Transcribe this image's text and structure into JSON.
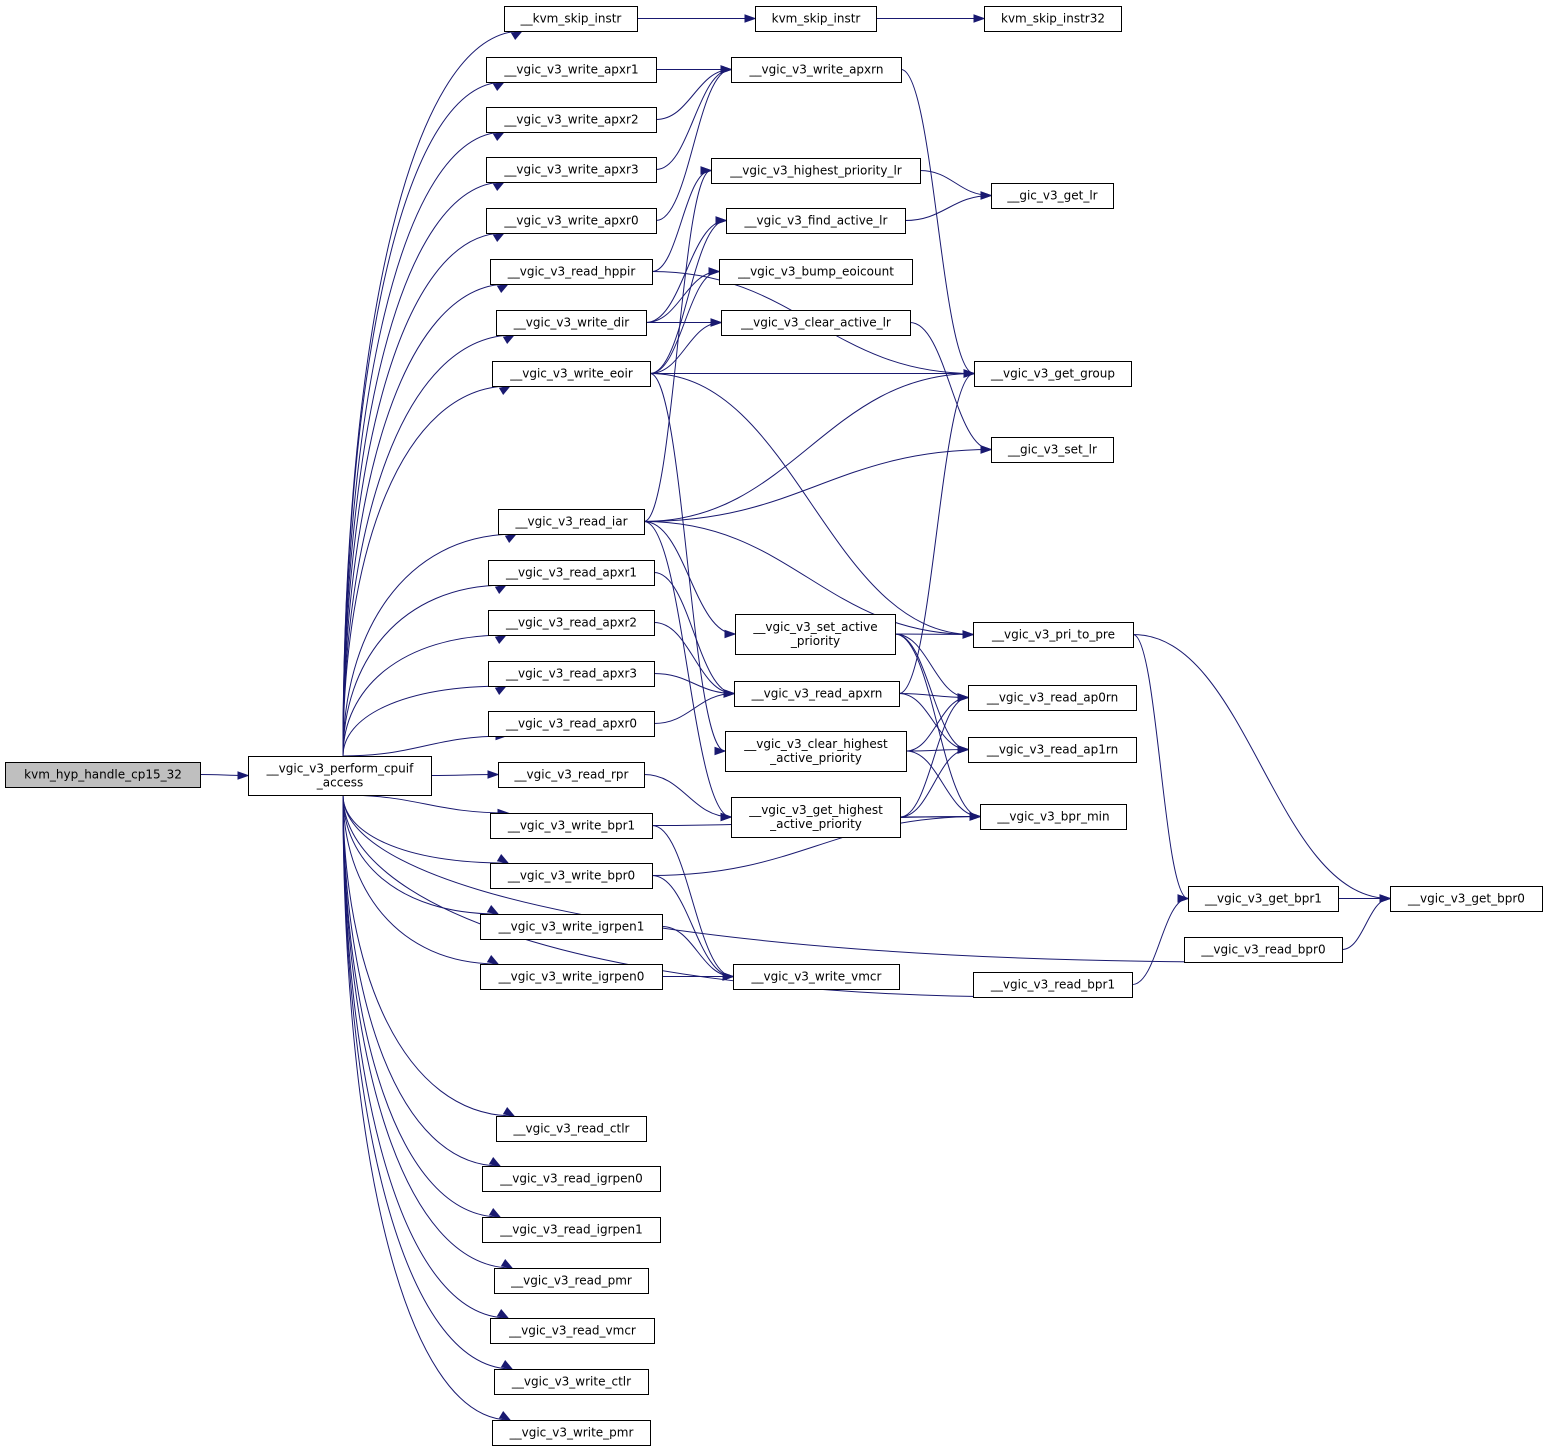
{
  "diagram": {
    "kind": "call-graph",
    "colors": {
      "edge": "#191970",
      "root_fill": "#bfbfbf",
      "truncated_border": "#ff0000",
      "node_border": "#000000"
    },
    "nodes": {
      "kvm_hyp_handle_cp15_32": {
        "label": [
          "kvm_hyp_handle_cp15_32"
        ],
        "style": "root"
      },
      "perform_cpuif_access": {
        "label": [
          "__vgic_v3_perform_cpuif",
          "_access"
        ]
      },
      "__kvm_skip_instr": {
        "label": [
          "__kvm_skip_instr"
        ]
      },
      "kvm_skip_instr": {
        "label": [
          "kvm_skip_instr"
        ]
      },
      "kvm_skip_instr32": {
        "label": [
          "kvm_skip_instr32"
        ],
        "style": "truncated"
      },
      "write_apxr1": {
        "label": [
          "__vgic_v3_write_apxr1"
        ]
      },
      "write_apxrn": {
        "label": [
          "__vgic_v3_write_apxrn"
        ],
        "style": "truncated"
      },
      "write_apxr2": {
        "label": [
          "__vgic_v3_write_apxr2"
        ]
      },
      "write_apxr3": {
        "label": [
          "__vgic_v3_write_apxr3"
        ]
      },
      "write_apxr0": {
        "label": [
          "__vgic_v3_write_apxr0"
        ]
      },
      "highest_priority_lr": {
        "label": [
          "__vgic_v3_highest_priority_lr"
        ]
      },
      "gic_get_lr": {
        "label": [
          "__gic_v3_get_lr"
        ]
      },
      "find_active_lr": {
        "label": [
          "__vgic_v3_find_active_lr"
        ]
      },
      "read_hppir": {
        "label": [
          "__vgic_v3_read_hppir"
        ]
      },
      "bump_eoicount": {
        "label": [
          "__vgic_v3_bump_eoicount"
        ]
      },
      "write_dir": {
        "label": [
          "__vgic_v3_write_dir"
        ]
      },
      "clear_active_lr": {
        "label": [
          "__vgic_v3_clear_active_lr"
        ]
      },
      "write_eoir": {
        "label": [
          "__vgic_v3_write_eoir"
        ]
      },
      "get_group": {
        "label": [
          "__vgic_v3_get_group"
        ]
      },
      "gic_set_lr": {
        "label": [
          "__gic_v3_set_lr"
        ]
      },
      "read_iar": {
        "label": [
          "__vgic_v3_read_iar"
        ]
      },
      "read_apxr1": {
        "label": [
          "__vgic_v3_read_apxr1"
        ]
      },
      "set_active_priority": {
        "label": [
          "__vgic_v3_set_active",
          "_priority"
        ],
        "style": "truncated"
      },
      "pri_to_pre": {
        "label": [
          "__vgic_v3_pri_to_pre"
        ]
      },
      "read_apxr2": {
        "label": [
          "__vgic_v3_read_apxr2"
        ]
      },
      "read_apxr3": {
        "label": [
          "__vgic_v3_read_apxr3"
        ]
      },
      "read_apxrn": {
        "label": [
          "__vgic_v3_read_apxrn"
        ]
      },
      "read_ap0rn": {
        "label": [
          "__vgic_v3_read_ap0rn"
        ]
      },
      "read_apxr0": {
        "label": [
          "__vgic_v3_read_apxr0"
        ]
      },
      "clear_highest_active_priority": {
        "label": [
          "__vgic_v3_clear_highest",
          "_active_priority"
        ],
        "style": "truncated"
      },
      "read_ap1rn": {
        "label": [
          "__vgic_v3_read_ap1rn"
        ]
      },
      "read_rpr": {
        "label": [
          "__vgic_v3_read_rpr"
        ]
      },
      "get_highest_active_priority": {
        "label": [
          "__vgic_v3_get_highest",
          "_active_priority"
        ]
      },
      "bpr_min": {
        "label": [
          "__vgic_v3_bpr_min"
        ]
      },
      "write_bpr1": {
        "label": [
          "__vgic_v3_write_bpr1"
        ]
      },
      "write_bpr0": {
        "label": [
          "__vgic_v3_write_bpr0"
        ]
      },
      "get_bpr1": {
        "label": [
          "__vgic_v3_get_bpr1"
        ]
      },
      "get_bpr0": {
        "label": [
          "__vgic_v3_get_bpr0"
        ]
      },
      "read_bpr0": {
        "label": [
          "__vgic_v3_read_bpr0"
        ]
      },
      "write_igrpen1": {
        "label": [
          "__vgic_v3_write_igrpen1"
        ]
      },
      "write_igrpen0": {
        "label": [
          "__vgic_v3_write_igrpen0"
        ]
      },
      "write_vmcr": {
        "label": [
          "__vgic_v3_write_vmcr"
        ]
      },
      "read_bpr1": {
        "label": [
          "__vgic_v3_read_bpr1"
        ]
      },
      "read_ctlr": {
        "label": [
          "__vgic_v3_read_ctlr"
        ]
      },
      "read_igrpen0": {
        "label": [
          "__vgic_v3_read_igrpen0"
        ]
      },
      "read_igrpen1": {
        "label": [
          "__vgic_v3_read_igrpen1"
        ]
      },
      "read_pmr": {
        "label": [
          "__vgic_v3_read_pmr"
        ]
      },
      "read_vmcr": {
        "label": [
          "__vgic_v3_read_vmcr"
        ]
      },
      "write_ctlr": {
        "label": [
          "__vgic_v3_write_ctlr"
        ]
      },
      "write_pmr": {
        "label": [
          "__vgic_v3_write_pmr"
        ]
      }
    },
    "edges": [
      [
        "kvm_hyp_handle_cp15_32",
        "perform_cpuif_access"
      ],
      [
        "perform_cpuif_access",
        "__kvm_skip_instr"
      ],
      [
        "perform_cpuif_access",
        "write_apxr1"
      ],
      [
        "perform_cpuif_access",
        "write_apxr2"
      ],
      [
        "perform_cpuif_access",
        "write_apxr3"
      ],
      [
        "perform_cpuif_access",
        "write_apxr0"
      ],
      [
        "perform_cpuif_access",
        "read_hppir"
      ],
      [
        "perform_cpuif_access",
        "write_dir"
      ],
      [
        "perform_cpuif_access",
        "write_eoir"
      ],
      [
        "perform_cpuif_access",
        "read_iar"
      ],
      [
        "perform_cpuif_access",
        "read_apxr1"
      ],
      [
        "perform_cpuif_access",
        "read_apxr2"
      ],
      [
        "perform_cpuif_access",
        "read_apxr3"
      ],
      [
        "perform_cpuif_access",
        "read_apxr0"
      ],
      [
        "perform_cpuif_access",
        "read_rpr"
      ],
      [
        "perform_cpuif_access",
        "write_bpr1"
      ],
      [
        "perform_cpuif_access",
        "write_bpr0"
      ],
      [
        "perform_cpuif_access",
        "write_igrpen1"
      ],
      [
        "perform_cpuif_access",
        "write_igrpen0"
      ],
      [
        "perform_cpuif_access",
        "read_bpr1"
      ],
      [
        "perform_cpuif_access",
        "read_bpr0"
      ],
      [
        "perform_cpuif_access",
        "read_ctlr"
      ],
      [
        "perform_cpuif_access",
        "read_igrpen0"
      ],
      [
        "perform_cpuif_access",
        "read_igrpen1"
      ],
      [
        "perform_cpuif_access",
        "read_pmr"
      ],
      [
        "perform_cpuif_access",
        "read_vmcr"
      ],
      [
        "perform_cpuif_access",
        "write_ctlr"
      ],
      [
        "perform_cpuif_access",
        "write_pmr"
      ],
      [
        "__kvm_skip_instr",
        "kvm_skip_instr"
      ],
      [
        "kvm_skip_instr",
        "kvm_skip_instr32"
      ],
      [
        "write_apxr1",
        "write_apxrn"
      ],
      [
        "write_apxr2",
        "write_apxrn"
      ],
      [
        "write_apxr3",
        "write_apxrn"
      ],
      [
        "write_apxr0",
        "write_apxrn"
      ],
      [
        "write_apxrn",
        "get_group"
      ],
      [
        "read_hppir",
        "highest_priority_lr"
      ],
      [
        "read_hppir",
        "get_group"
      ],
      [
        "highest_priority_lr",
        "gic_get_lr"
      ],
      [
        "find_active_lr",
        "gic_get_lr"
      ],
      [
        "write_dir",
        "find_active_lr"
      ],
      [
        "write_dir",
        "bump_eoicount"
      ],
      [
        "write_dir",
        "clear_active_lr"
      ],
      [
        "write_eoir",
        "find_active_lr"
      ],
      [
        "write_eoir",
        "bump_eoicount"
      ],
      [
        "write_eoir",
        "clear_active_lr"
      ],
      [
        "write_eoir",
        "get_group"
      ],
      [
        "write_eoir",
        "pri_to_pre"
      ],
      [
        "write_eoir",
        "clear_highest_active_priority"
      ],
      [
        "clear_active_lr",
        "gic_set_lr"
      ],
      [
        "read_iar",
        "highest_priority_lr"
      ],
      [
        "read_iar",
        "get_group"
      ],
      [
        "read_iar",
        "gic_set_lr"
      ],
      [
        "read_iar",
        "pri_to_pre"
      ],
      [
        "read_iar",
        "set_active_priority"
      ],
      [
        "read_iar",
        "get_highest_active_priority"
      ],
      [
        "read_apxr1",
        "read_apxrn"
      ],
      [
        "read_apxr2",
        "read_apxrn"
      ],
      [
        "read_apxr3",
        "read_apxrn"
      ],
      [
        "read_apxr0",
        "read_apxrn"
      ],
      [
        "read_apxrn",
        "read_ap0rn"
      ],
      [
        "read_apxrn",
        "read_ap1rn"
      ],
      [
        "read_apxrn",
        "get_group"
      ],
      [
        "set_active_priority",
        "pri_to_pre"
      ],
      [
        "set_active_priority",
        "read_ap0rn"
      ],
      [
        "set_active_priority",
        "read_ap1rn"
      ],
      [
        "set_active_priority",
        "bpr_min"
      ],
      [
        "clear_highest_active_priority",
        "read_ap0rn"
      ],
      [
        "clear_highest_active_priority",
        "read_ap1rn"
      ],
      [
        "clear_highest_active_priority",
        "bpr_min"
      ],
      [
        "read_rpr",
        "get_highest_active_priority"
      ],
      [
        "get_highest_active_priority",
        "read_ap0rn"
      ],
      [
        "get_highest_active_priority",
        "read_ap1rn"
      ],
      [
        "get_highest_active_priority",
        "bpr_min"
      ],
      [
        "pri_to_pre",
        "get_bpr1"
      ],
      [
        "pri_to_pre",
        "get_bpr0"
      ],
      [
        "write_bpr1",
        "bpr_min"
      ],
      [
        "write_bpr1",
        "write_vmcr"
      ],
      [
        "write_bpr0",
        "bpr_min"
      ],
      [
        "write_bpr0",
        "write_vmcr"
      ],
      [
        "write_igrpen1",
        "write_vmcr"
      ],
      [
        "write_igrpen0",
        "write_vmcr"
      ],
      [
        "get_bpr1",
        "get_bpr0"
      ],
      [
        "read_bpr0",
        "get_bpr0"
      ],
      [
        "read_bpr1",
        "get_bpr1"
      ]
    ]
  }
}
